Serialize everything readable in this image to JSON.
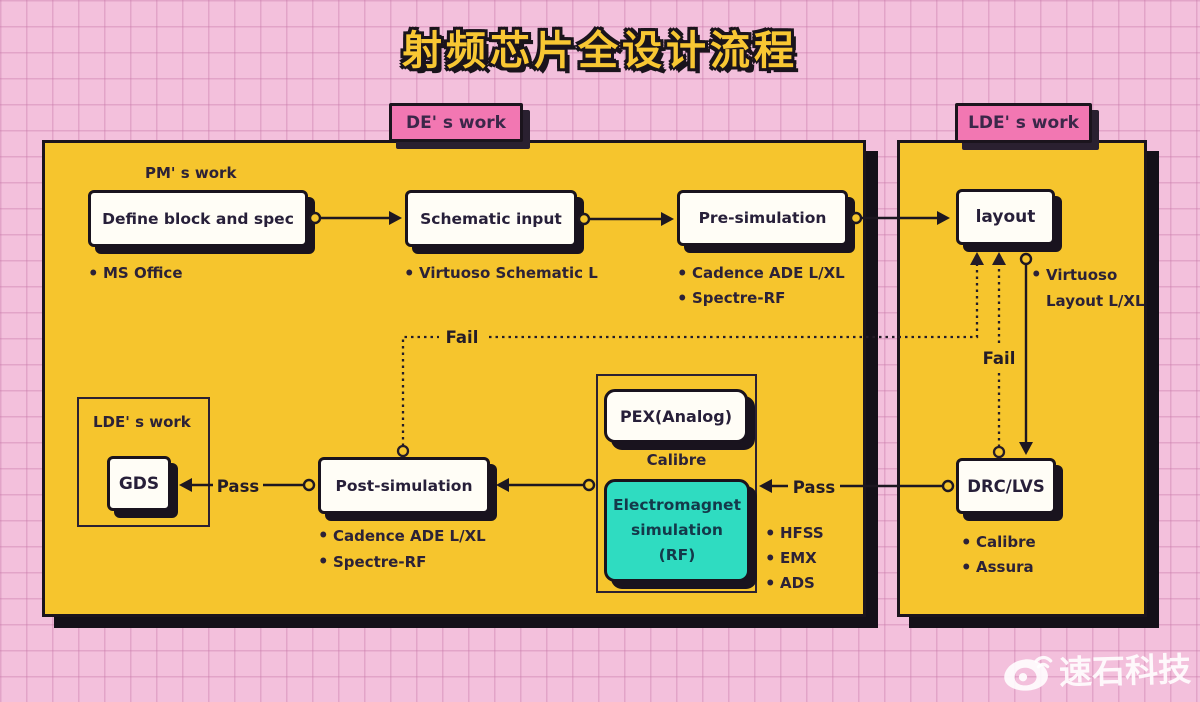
{
  "title": "射频芯片全设计流程",
  "labels": {
    "de_work": "DE' s work",
    "lde_work_right": "LDE' s work",
    "pm_work": "PM' s work",
    "lde_work_inner": "LDE' s work",
    "calibre": "Calibre"
  },
  "nodes": {
    "define": {
      "label": "Define block and spec",
      "tools": [
        "MS Office"
      ]
    },
    "schematic": {
      "label": "Schematic input",
      "tools": [
        "Virtuoso Schematic L"
      ]
    },
    "presim": {
      "label": "Pre-simulation",
      "tools": [
        "Cadence ADE L/XL",
        "Spectre-RF"
      ]
    },
    "layout": {
      "label": "layout",
      "tool_lines": [
        "Virtuoso",
        "Layout L/XL"
      ]
    },
    "postsim": {
      "label": "Post-simulation",
      "tools": [
        "Cadence ADE L/XL",
        "Spectre-RF"
      ]
    },
    "gds": {
      "label": "GDS"
    },
    "drclvs": {
      "label": "DRC/LVS",
      "tools": [
        "Calibre",
        "Assura"
      ]
    },
    "pex": {
      "label": "PEX(Analog)"
    },
    "em": {
      "lines": [
        "Electromagnet",
        "simulation",
        "(RF)"
      ],
      "tools": [
        "HFSS",
        "EMX",
        "ADS"
      ]
    }
  },
  "edges": {
    "pass_to_gds": "Pass",
    "pass_to_em": "Pass",
    "fail_postsim": "Fail",
    "fail_drclvs": "Fail"
  },
  "watermark": {
    "text": "速石科技"
  },
  "colors": {
    "background_pink": "#f3c0dc",
    "grid_line": "#c676a8",
    "panel_yellow": "#f6c52d",
    "label_pink": "#f277b2",
    "node_white": "#fffdf6",
    "em_teal": "#2fdcc1",
    "ink": "#19131e",
    "title_gold": "#f8c733"
  }
}
